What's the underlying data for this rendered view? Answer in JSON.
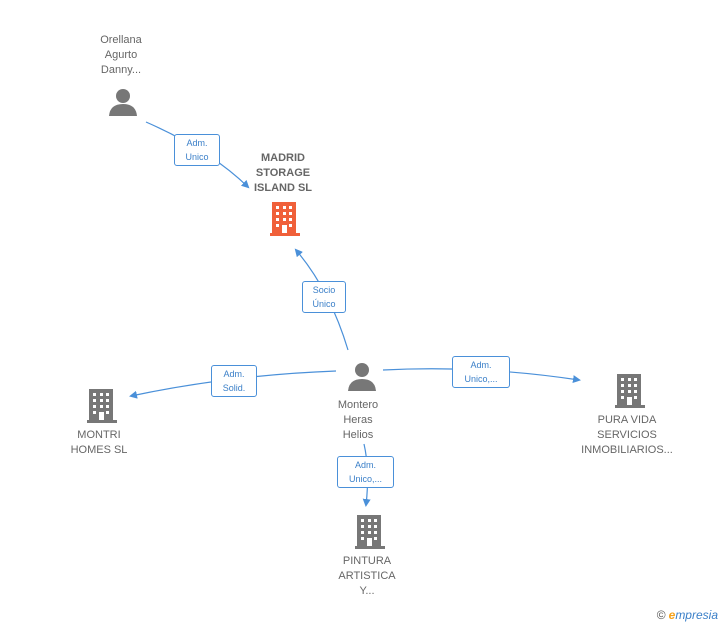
{
  "nodes": {
    "main": {
      "lines": [
        "MADRID",
        "STORAGE",
        "ISLAND  SL"
      ]
    },
    "orellana": {
      "lines": [
        "Orellana",
        "Agurto",
        "Danny..."
      ]
    },
    "montero": {
      "lines": [
        "Montero",
        "Heras",
        "Helios"
      ]
    },
    "montri": {
      "lines": [
        "MONTRI",
        "HOMES  SL"
      ]
    },
    "pura": {
      "lines": [
        "PURA VIDA",
        "SERVICIOS",
        "INMOBILIARIOS..."
      ]
    },
    "pintura": {
      "lines": [
        "PINTURA",
        "ARTISTICA",
        "Y..."
      ]
    }
  },
  "edges": {
    "orellana_main": [
      "Adm.",
      "Unico"
    ],
    "montero_main": [
      "Socio",
      "Único"
    ],
    "montero_montri": [
      "Adm.",
      "Solid."
    ],
    "montero_pura": [
      "Adm.",
      "Unico,..."
    ],
    "montero_pintura": [
      "Adm.",
      "Unico,..."
    ]
  },
  "colors": {
    "main_company": "#f0603a",
    "company": "#777777",
    "person": "#777777",
    "edge": "#4a90d9"
  },
  "brand": {
    "copyright": "©",
    "initial": "e",
    "name": "mpresia"
  }
}
